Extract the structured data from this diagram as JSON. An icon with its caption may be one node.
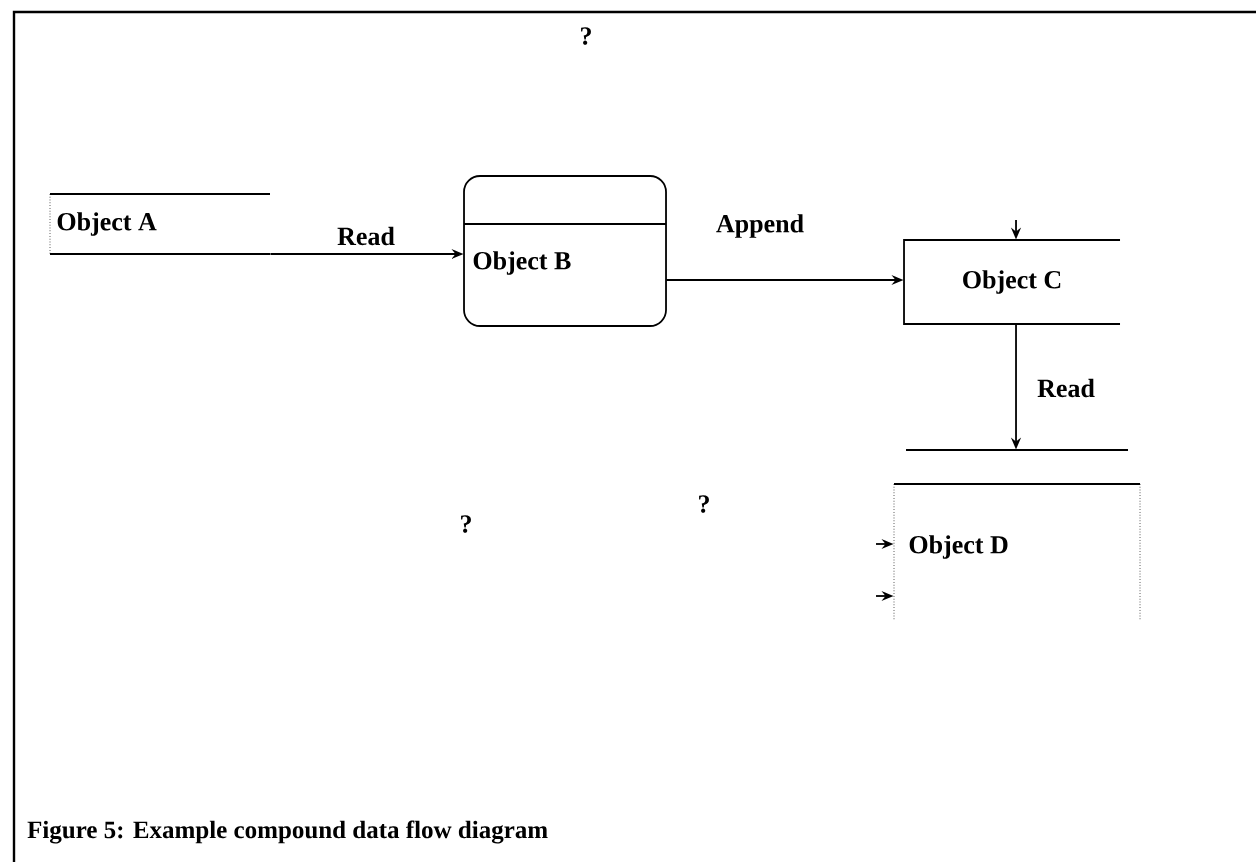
{
  "diagram": {
    "caption": "Figure 5: Example compound data flow diagram",
    "nodes": [
      {
        "text": [
          "Object A"
        ]
      },
      {
        "text": [
          "Object B"
        ]
      },
      {
        "text": [
          "Object C"
        ]
      },
      {
        "text": [
          "Object D"
        ]
      }
    ],
    "edges": [
      {
        "from": 0,
        "to": 1,
        "arrow": "to",
        "label": "Read"
      },
      {
        "from": 1,
        "to": 2,
        "arrow": "to",
        "label": "Append"
      },
      {
        "from": 2,
        "to": 3,
        "arrow": "to",
        "label": "Read"
      },
      {
        "from": null,
        "to": 2,
        "arrow": "to"
      },
      {
        "from": null,
        "to": 3,
        "arrow": "to"
      },
      {
        "from": null,
        "to": 3,
        "arrow": "to"
      }
    ],
    "labels": [
      "?",
      "?",
      "?"
    ]
  }
}
